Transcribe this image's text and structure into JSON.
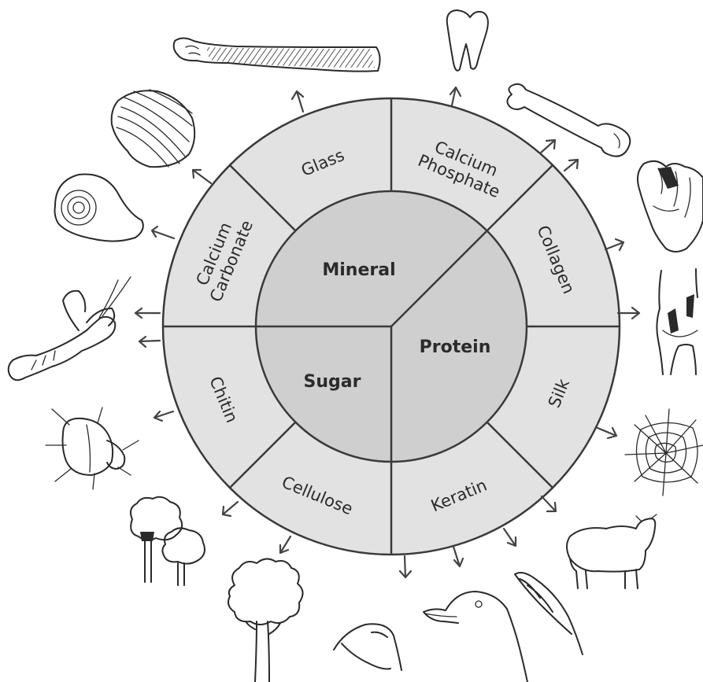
{
  "colors": {
    "outer_ring": "#e2e2e2",
    "inner_circle": "#cfcfcf",
    "stroke": "#3a3a3a",
    "background": "#ffffff"
  },
  "core": [
    {
      "id": "mineral",
      "label": "Mineral"
    },
    {
      "id": "protein",
      "label": "Protein"
    },
    {
      "id": "sugar",
      "label": "Sugar"
    }
  ],
  "materials": [
    {
      "id": "glass",
      "lines": [
        "Glass"
      ]
    },
    {
      "id": "calcium-phosphate",
      "lines": [
        "Calcium",
        "Phosphate"
      ]
    },
    {
      "id": "collagen",
      "lines": [
        "Collagen"
      ]
    },
    {
      "id": "silk",
      "lines": [
        "Silk"
      ]
    },
    {
      "id": "keratin",
      "lines": [
        "Keratin"
      ]
    },
    {
      "id": "cellulose",
      "lines": [
        "Cellulose"
      ]
    },
    {
      "id": "chitin",
      "lines": [
        "Chitin"
      ]
    },
    {
      "id": "calcium-carbonate",
      "lines": [
        "Calcium",
        "Carbonate"
      ]
    }
  ],
  "illustrations": [
    {
      "id": "sponge",
      "icon": "glass-sponge-icon"
    },
    {
      "id": "tooth",
      "icon": "tooth-icon"
    },
    {
      "id": "bone",
      "icon": "bone-icon"
    },
    {
      "id": "heart",
      "icon": "heart-icon"
    },
    {
      "id": "knee",
      "icon": "knee-joint-icon"
    },
    {
      "id": "spiderweb",
      "icon": "spiderweb-icon"
    },
    {
      "id": "sheep",
      "icon": "sheep-icon"
    },
    {
      "id": "feather",
      "icon": "feather-icon"
    },
    {
      "id": "duck",
      "icon": "duck-icon"
    },
    {
      "id": "fingernail",
      "icon": "fingernail-icon"
    },
    {
      "id": "tree",
      "icon": "tree-icon"
    },
    {
      "id": "shrubs",
      "icon": "shrubs-icon"
    },
    {
      "id": "beetle",
      "icon": "beetle-icon"
    },
    {
      "id": "lobster",
      "icon": "lobster-icon"
    },
    {
      "id": "snail-shell",
      "icon": "snail-shell-icon"
    },
    {
      "id": "scallop-shell",
      "icon": "scallop-shell-icon"
    }
  ]
}
